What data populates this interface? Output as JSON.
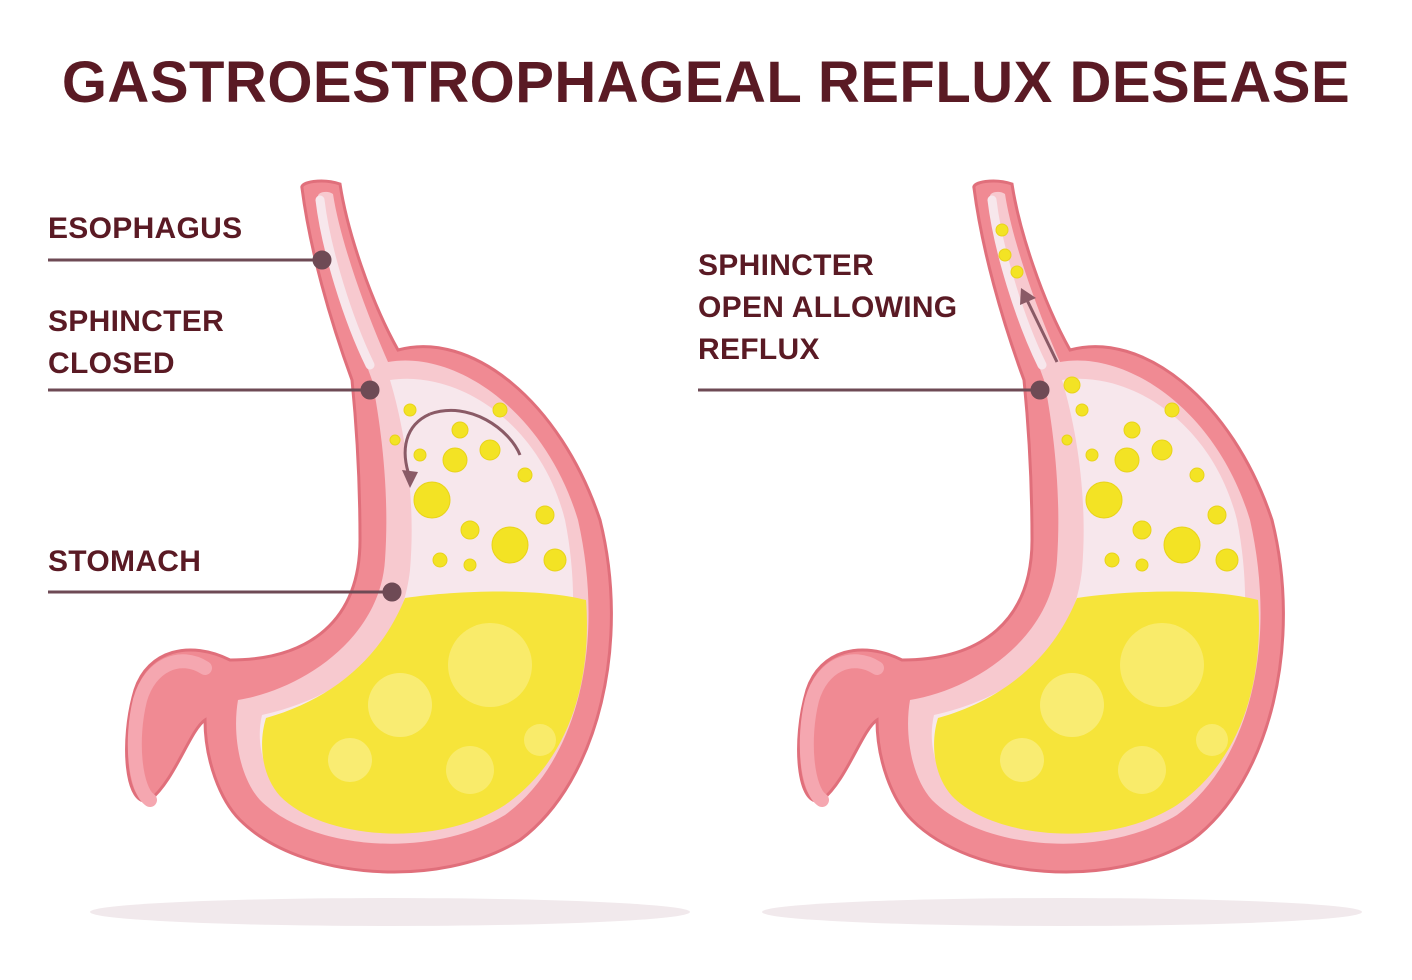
{
  "title": "GASTROESTROPHAGEAL REFLUX DESEASE",
  "labels": {
    "esophagus": "ESOPHAGUS",
    "sphincter_closed_1": "SPHINCTER",
    "sphincter_closed_2": "CLOSED",
    "stomach": "STOMACH",
    "sphincter_open_1": "SPHINCTER",
    "sphincter_open_2": "OPEN ALLOWING",
    "sphincter_open_3": "REFLUX"
  },
  "colors": {
    "title": "#5a1a24",
    "label": "#5a1a24",
    "leader": "#6e4a55",
    "wall": "#f08a93",
    "wall_dark": "#e06f7b",
    "inner_lining": "#f7c9cf",
    "gas": "#f7e7ec",
    "acid": "#f6e43a",
    "acid_light": "#fbf08a",
    "bubble": "#f3e324",
    "arrow": "#8a5a66",
    "shadow": "#f1e9ec"
  }
}
